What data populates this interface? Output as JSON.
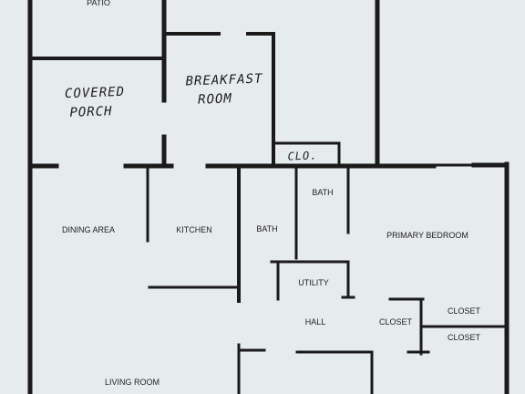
{
  "floorplan": {
    "rooms": {
      "patio": "PATIO",
      "covered_porch_line1": "COVERED",
      "covered_porch_line2": "PORCH",
      "breakfast_room_line1": "BREAKFAST",
      "breakfast_room_line2": "ROOM",
      "closet_small": "CLO.",
      "dining_area": "DINING AREA",
      "kitchen": "KITCHEN",
      "bath_1": "BATH",
      "bath_2": "BATH",
      "primary_bedroom": "PRIMARY BEDROOM",
      "utility": "UTILITY",
      "hall": "HALL",
      "closet_1": "CLOSET",
      "closet_2": "CLOSET",
      "closet_3": "CLOSET",
      "living_room": "LIVING ROOM"
    },
    "colors": {
      "paper": "#e6ebee",
      "wall": "#1a1a1a"
    }
  }
}
